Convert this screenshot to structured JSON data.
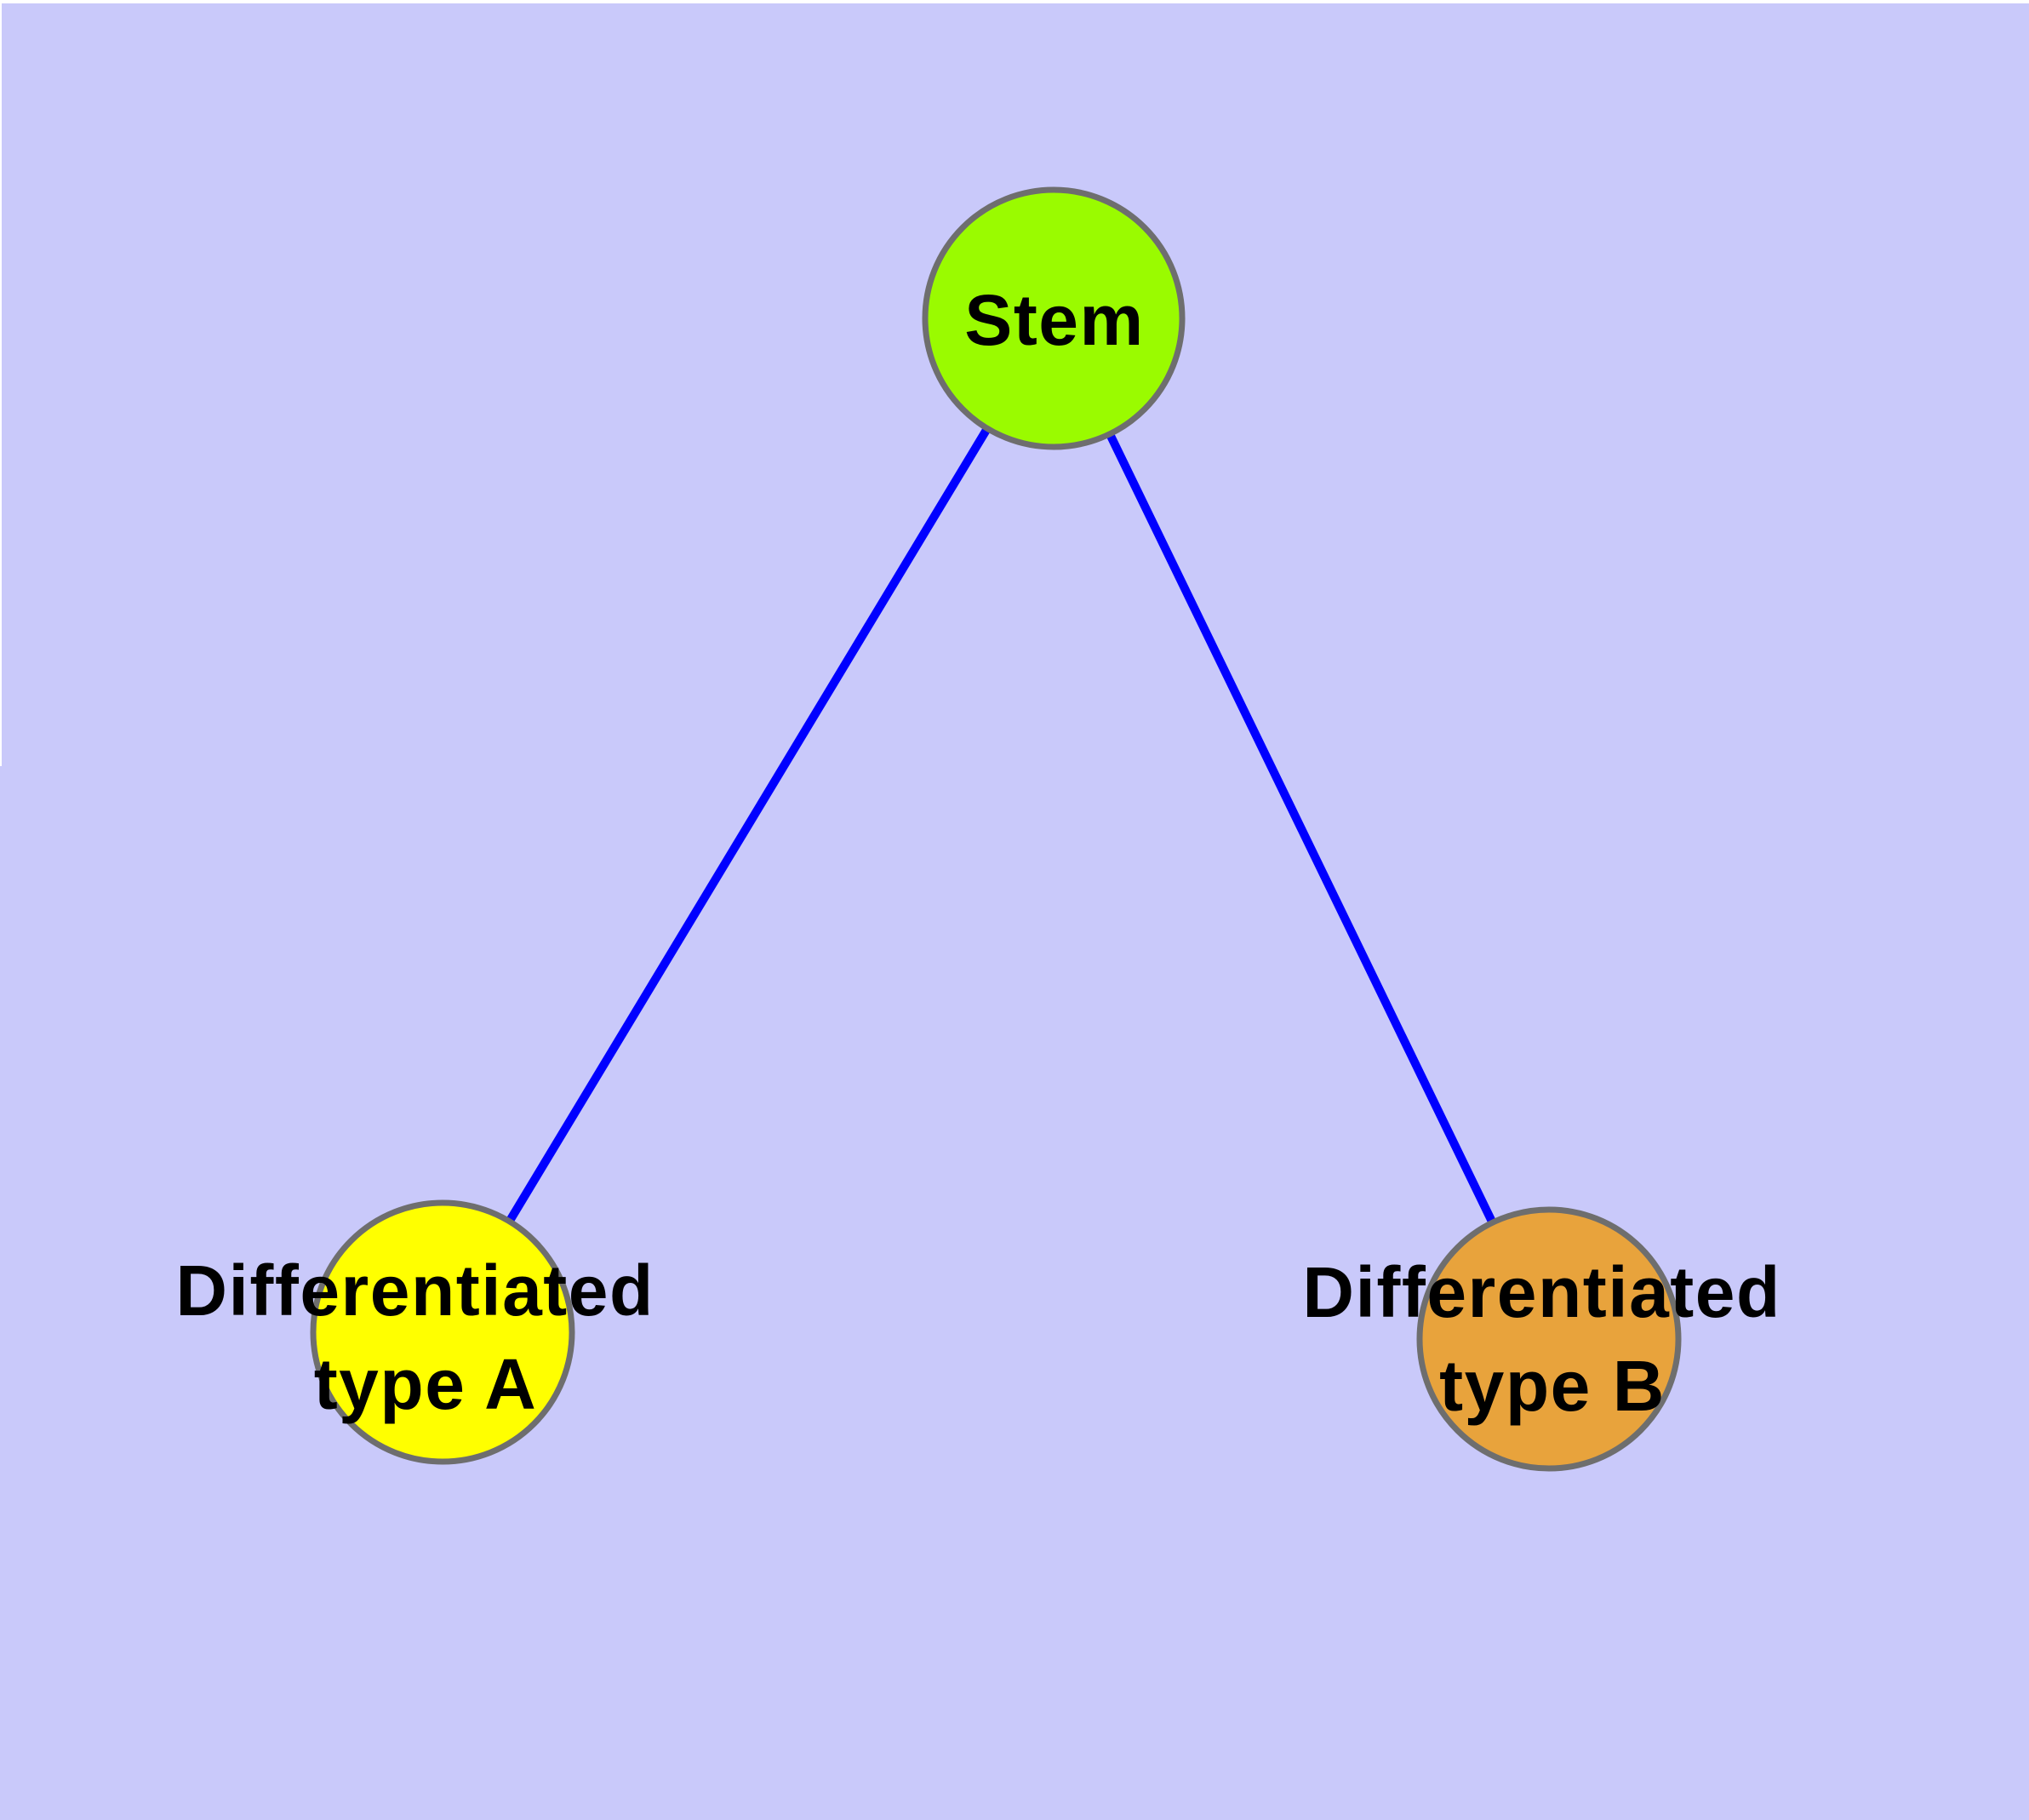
{
  "figure": {
    "type": "node-link-graph",
    "background_color": "#C9C9FA",
    "node_border_color": "#6E6E6E",
    "label_color": "#000000"
  },
  "nodes": [
    {
      "id": "stem",
      "label": "Stem",
      "color": "#9AFB00"
    },
    {
      "id": "differentiated-type-a",
      "label_line1": "Differentiated",
      "label_line2": "type A",
      "color": "#FFFF00"
    },
    {
      "id": "differentiated-type-b",
      "label_line1": "Differentiated",
      "label_line2": "type B",
      "color": "#E8A33C"
    }
  ],
  "edges": {
    "color": "#0000FF",
    "list": [
      {
        "from": "Stem",
        "to": "Differentiated type A"
      },
      {
        "from": "Stem",
        "to": "Differentiated type B"
      }
    ]
  }
}
